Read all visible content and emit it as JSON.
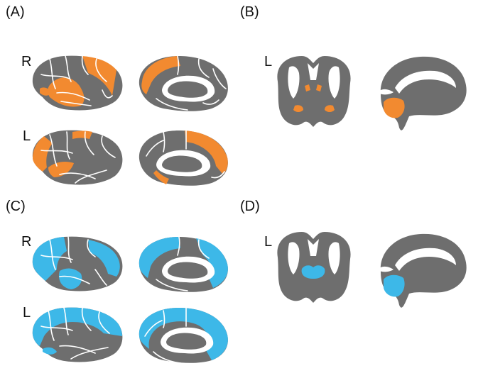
{
  "panels": {
    "A": {
      "label": "(A)",
      "row1_hemi": "R",
      "row2_hemi": "L"
    },
    "B": {
      "label": "(B)",
      "hemi": "L"
    },
    "C": {
      "label": "(C)",
      "row1_hemi": "R",
      "row2_hemi": "L"
    },
    "D": {
      "label": "(D)",
      "hemi": "L"
    }
  },
  "colors": {
    "brain": "#6e6e6e",
    "highlight_orange": "#f28a30",
    "highlight_blue": "#3db8e8"
  }
}
